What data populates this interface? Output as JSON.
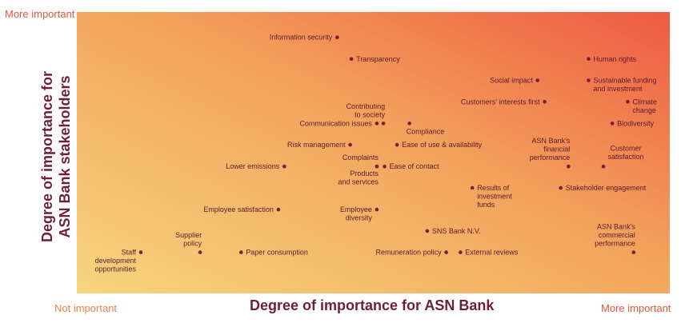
{
  "labels": {
    "y_more": "More important",
    "x_not": "Not important",
    "x_more": "More important",
    "xlabel": "Degree of importance for ASN Bank",
    "ylabel_line1": "Degree of importance for",
    "ylabel_line2": "ASN Bank stakeholders"
  },
  "colors": {
    "dot": "#7a1d3a",
    "text": "#5a1a2e",
    "axis_title": "#6e1e3a",
    "gradient_low": "#f6d57e",
    "gradient_mid": "#f3a35c",
    "gradient_high": "#ee5a42"
  },
  "chart_data": {
    "type": "scatter",
    "xlabel": "Degree of importance for ASN Bank",
    "ylabel": "Degree of importance for ASN Bank stakeholders",
    "xlim": [
      0,
      100
    ],
    "ylim": [
      0,
      100
    ],
    "grid": false,
    "points": [
      {
        "label": [
          "Information security"
        ],
        "x": 43.9,
        "y": 91.0,
        "side": "left"
      },
      {
        "label": [
          "Transparency"
        ],
        "x": 46.3,
        "y": 83.3,
        "side": "right"
      },
      {
        "label": [
          "Human rights"
        ],
        "x": 86.3,
        "y": 83.3,
        "side": "right"
      },
      {
        "label": [
          "Social impact"
        ],
        "x": 77.7,
        "y": 75.7,
        "side": "left"
      },
      {
        "label": [
          "Sustainable funding",
          "and investment"
        ],
        "x": 86.3,
        "y": 75.7,
        "side": "right"
      },
      {
        "label": [
          "Customers' interests first"
        ],
        "x": 78.9,
        "y": 68.1,
        "side": "left"
      },
      {
        "label": [
          "Climate",
          "change"
        ],
        "x": 92.9,
        "y": 68.1,
        "side": "right"
      },
      {
        "label": [
          "Communication issues"
        ],
        "x": 50.6,
        "y": 60.4,
        "side": "left"
      },
      {
        "label": [
          "Contributing",
          "to society"
        ],
        "x": 51.7,
        "y": 60.4,
        "side": "label-above"
      },
      {
        "label": [
          "Compliance"
        ],
        "x": 56.1,
        "y": 60.4,
        "side": "below"
      },
      {
        "label": [
          "Biodiversity"
        ],
        "x": 90.3,
        "y": 60.4,
        "side": "right"
      },
      {
        "label": [
          "Risk management"
        ],
        "x": 46.1,
        "y": 52.8,
        "side": "left"
      },
      {
        "label": [
          "Ease of use & availability"
        ],
        "x": 54.0,
        "y": 52.8,
        "side": "right"
      },
      {
        "label": [
          "ASN Bank's",
          "financial",
          "performance"
        ],
        "x": 82.9,
        "y": 45.1,
        "side": "label-above"
      },
      {
        "label": [
          "Customer",
          "satisfaction"
        ],
        "x": 88.8,
        "y": 45.1,
        "side": "label-above-right"
      },
      {
        "label": [
          "Lower emissions"
        ],
        "x": 35.0,
        "y": 45.1,
        "side": "left"
      },
      {
        "label": [
          "Complaints"
        ],
        "x": 50.6,
        "y": 45.1,
        "side": "label-above"
      },
      {
        "label": [
          "Products",
          "and services"
        ],
        "x": 50.6,
        "y": 45.1,
        "side": "label-below"
      },
      {
        "label": [
          "Ease of contact"
        ],
        "x": 51.9,
        "y": 45.1,
        "side": "right"
      },
      {
        "label": [
          "Results of",
          "investment",
          "funds"
        ],
        "x": 66.7,
        "y": 37.5,
        "side": "right"
      },
      {
        "label": [
          "Stakeholder engagement"
        ],
        "x": 81.6,
        "y": 37.5,
        "side": "right"
      },
      {
        "label": [
          "Employee satisfaction"
        ],
        "x": 34.0,
        "y": 29.8,
        "side": "left"
      },
      {
        "label": [
          "Employee",
          "diversity"
        ],
        "x": 50.6,
        "y": 29.8,
        "side": "left"
      },
      {
        "label": [
          "SNS Bank N.V."
        ],
        "x": 59.1,
        "y": 22.2,
        "side": "right"
      },
      {
        "label": [
          "ASN Bank's",
          "commercial",
          "performance"
        ],
        "x": 93.9,
        "y": 14.6,
        "side": "label-above"
      },
      {
        "label": [
          "Staff",
          "development",
          "opportunities"
        ],
        "x": 10.8,
        "y": 14.6,
        "side": "left"
      },
      {
        "label": [
          "Supplier",
          "policy"
        ],
        "x": 20.8,
        "y": 14.6,
        "side": "label-above"
      },
      {
        "label": [
          "Paper consumption"
        ],
        "x": 27.7,
        "y": 14.6,
        "side": "right"
      },
      {
        "label": [
          "Remuneration policy"
        ],
        "x": 62.3,
        "y": 14.6,
        "side": "left"
      },
      {
        "label": [
          "External reviews"
        ],
        "x": 64.7,
        "y": 14.6,
        "side": "right"
      }
    ]
  }
}
